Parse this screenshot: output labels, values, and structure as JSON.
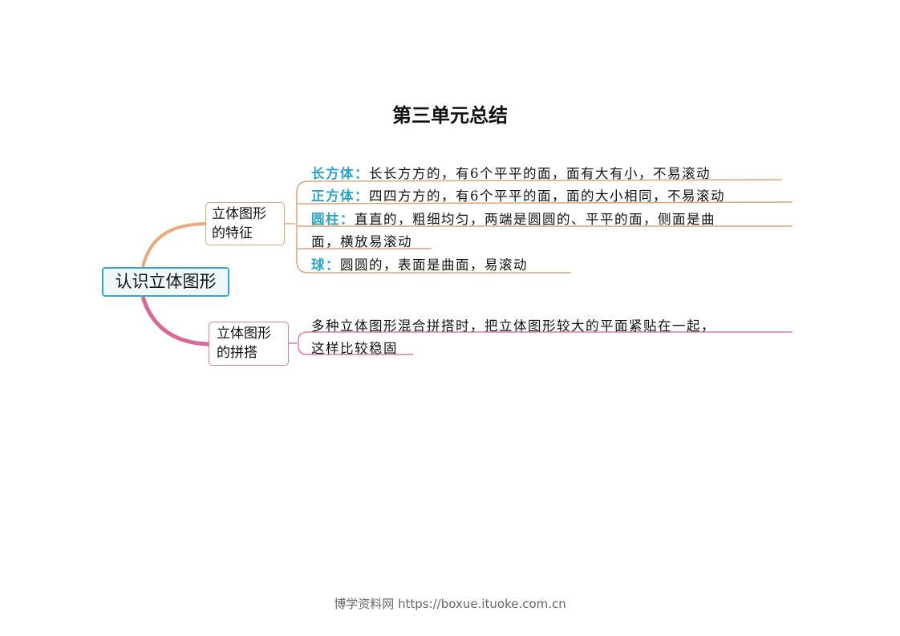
{
  "document": {
    "title": "第三单元总结",
    "footer": "博学资料网 https://boxue.ituoke.com.cn"
  },
  "mindmap": {
    "root": {
      "label": "认识立体图形",
      "color": "#3aa7c8"
    },
    "branches": [
      {
        "label_line1": "立体图形",
        "label_line2": "的特征",
        "color": "#d8a77d",
        "items": [
          {
            "term": "长方体：",
            "text": "长长方方的，有6个平平的面，面有大有小，不易滚动"
          },
          {
            "term": "正方体：",
            "text": "四四方方的，有6个平平的面，面的大小相同，不易滚动"
          },
          {
            "term": "圆柱：",
            "text": "直直的，粗细均匀，两端是圆圆的、平平的面，侧面是曲",
            "text_line2": "面，横放易滚动"
          },
          {
            "term": "球：",
            "text": "圆圆的，表面是曲面，易滚动"
          }
        ]
      },
      {
        "label_line1": "立体图形",
        "label_line2": "的拼搭",
        "color": "#d97fa7",
        "items": [
          {
            "text": "多种立体图形混合拼搭时，把立体图形较大的平面紧贴在一起，",
            "text_line2": "这样比较稳固"
          }
        ]
      }
    ]
  }
}
